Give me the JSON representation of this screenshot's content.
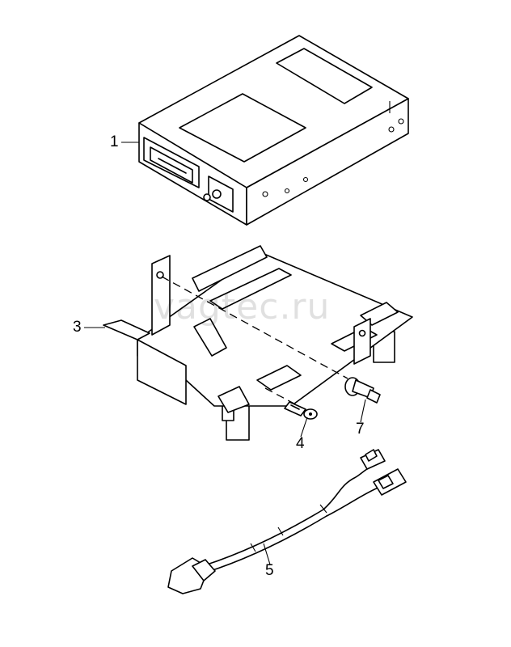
{
  "diagram": {
    "watermark": "vagtec.ru",
    "callouts": [
      {
        "id": "part-1",
        "label": "1"
      },
      {
        "id": "part-3",
        "label": "3"
      },
      {
        "id": "part-4",
        "label": "4"
      },
      {
        "id": "part-5",
        "label": "5"
      },
      {
        "id": "part-7",
        "label": "7"
      }
    ]
  }
}
